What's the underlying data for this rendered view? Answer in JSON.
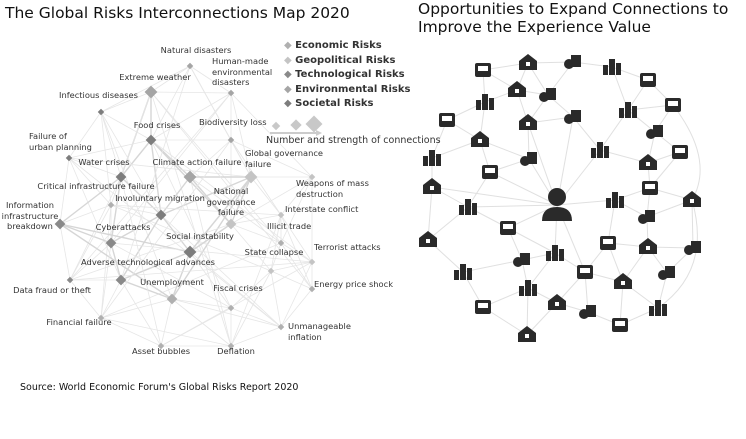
{
  "left_title": "The Global Risks Interconnections Map 2020",
  "right_title_line1": "Opportunities to Expand Connections to",
  "right_title_line2": "Improve the Experience Value",
  "source": "Source: World Economic Forum's Global Risks Report 2020",
  "legend": {
    "items": [
      {
        "label": "Economic Risks",
        "color": "#b0b0b0"
      },
      {
        "label": "Geopolitical Risks",
        "color": "#c4c4c4"
      },
      {
        "label": "Technological Risks",
        "color": "#8a8a8a"
      },
      {
        "label": "Environmental Risks",
        "color": "#a5a5a5"
      },
      {
        "label": "Societal Risks",
        "color": "#7d7d7d"
      }
    ],
    "connections_label": "Number and strength of connections"
  },
  "risks": [
    {
      "label": "Natural disasters",
      "type": "Environmental"
    },
    {
      "label": "Human-made environmental disasters",
      "type": "Environmental"
    },
    {
      "label": "Extreme weather",
      "type": "Environmental"
    },
    {
      "label": "Infectious diseases",
      "type": "Societal"
    },
    {
      "label": "Food crises",
      "type": "Societal"
    },
    {
      "label": "Biodiversity loss",
      "type": "Environmental"
    },
    {
      "label": "Failure of urban planning",
      "type": "Societal"
    },
    {
      "label": "Water crises",
      "type": "Societal"
    },
    {
      "label": "Climate action failure",
      "type": "Environmental"
    },
    {
      "label": "Global governance failure",
      "type": "Geopolitical"
    },
    {
      "label": "Weapons of mass destruction",
      "type": "Geopolitical"
    },
    {
      "label": "Critical infrastructure failure",
      "type": "Economic"
    },
    {
      "label": "Involuntary migration",
      "type": "Societal"
    },
    {
      "label": "National governance failure",
      "type": "Geopolitical"
    },
    {
      "label": "Interstate conflict",
      "type": "Geopolitical"
    },
    {
      "label": "Information infrastructure breakdown",
      "type": "Technological"
    },
    {
      "label": "Cyberattacks",
      "type": "Technological"
    },
    {
      "label": "Illicit trade",
      "type": "Economic"
    },
    {
      "label": "Social instability",
      "type": "Societal"
    },
    {
      "label": "Terrorist attacks",
      "type": "Geopolitical"
    },
    {
      "label": "State collapse",
      "type": "Geopolitical"
    },
    {
      "label": "Adverse technological advances",
      "type": "Technological"
    },
    {
      "label": "Data fraud or theft",
      "type": "Technological"
    },
    {
      "label": "Energy price shock",
      "type": "Economic"
    },
    {
      "label": "Unemployment",
      "type": "Economic"
    },
    {
      "label": "Fiscal crises",
      "type": "Economic"
    },
    {
      "label": "Financial failure",
      "type": "Economic"
    },
    {
      "label": "Unmanageable inflation",
      "type": "Economic"
    },
    {
      "label": "Asset bubbles",
      "type": "Economic"
    },
    {
      "label": "Deflation",
      "type": "Economic"
    }
  ],
  "icons": [
    "mountains-icon",
    "drone-icon",
    "solar-wind-icon",
    "water-tap-icon",
    "pets-icon",
    "crops-icon",
    "greenhouse-icon",
    "livestock-icon",
    "fish-icon",
    "smart-fridge-icon",
    "dog-walker-icon",
    "smart-home-icon",
    "robot-vacuum-icon",
    "forklift-icon",
    "wearable-icon",
    "health-bed-icon",
    "control-panel-icon",
    "pills-icon",
    "smart-panel-icon",
    "home-office-icon",
    "telework-icon",
    "office-buildings-icon",
    "user-icon",
    "mobile-shopping-icon",
    "ic-card-icon",
    "brain-ai-icon",
    "tv-icon",
    "train-icon",
    "electric-car-icon",
    "flood-icon",
    "charger-icon",
    "payment-card-icon",
    "camera-icon",
    "monitor-icon",
    "robot-arm-icon",
    "airport-icon",
    "store-icon",
    "warehouse-icon",
    "cargo-ship-icon",
    "traveler-icon",
    "crowd-icon",
    "office-tower-icon",
    "clothes-icon",
    "factory-icon",
    "glasses-icon",
    "city-icon"
  ]
}
